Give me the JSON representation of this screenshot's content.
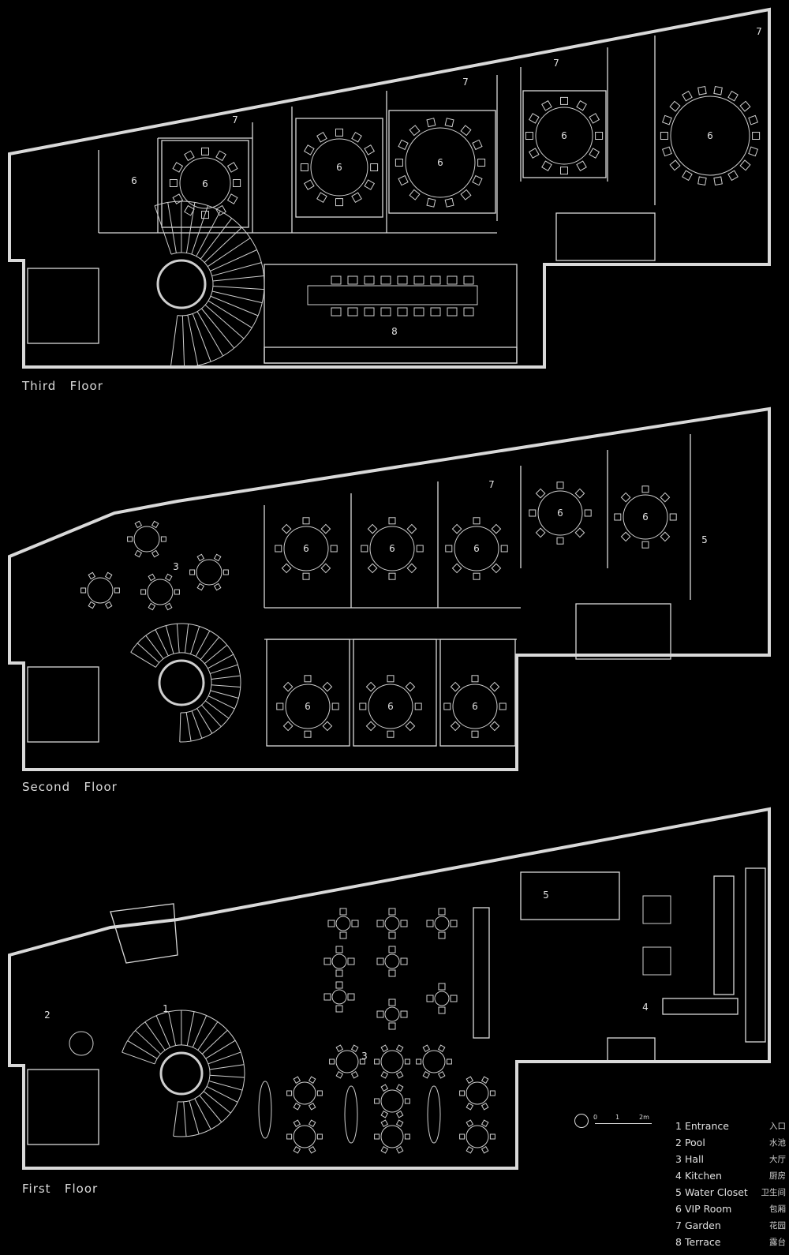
{
  "floors": [
    {
      "title": "Third   Floor"
    },
    {
      "title": "Second   Floor"
    },
    {
      "title": "First   Floor"
    }
  ],
  "legend": [
    {
      "num": "1",
      "en": "Entrance",
      "zh": "入口"
    },
    {
      "num": "2",
      "en": "Pool",
      "zh": "水池"
    },
    {
      "num": "3",
      "en": "Hall",
      "zh": "大厅"
    },
    {
      "num": "4",
      "en": "Kitchen",
      "zh": "厨房"
    },
    {
      "num": "5",
      "en": "Water  Closet",
      "zh": "卫生间"
    },
    {
      "num": "6",
      "en": "VIP  Room",
      "zh": "包厢"
    },
    {
      "num": "7",
      "en": "Garden",
      "zh": "花园"
    },
    {
      "num": "8",
      "en": "Terrace",
      "zh": "露台"
    }
  ],
  "scale_bar": {
    "ticks": [
      "0",
      "1",
      "2m"
    ]
  },
  "room_labels": {
    "vip": "6",
    "garden": "7",
    "terrace": "8",
    "hall": "3",
    "entrance": "1",
    "pool": "2",
    "kitchen": "4",
    "wc": "5"
  },
  "colors": {
    "background": "#000000",
    "line": "#d9d9d9",
    "wall_fill": "#bfbfbf"
  }
}
